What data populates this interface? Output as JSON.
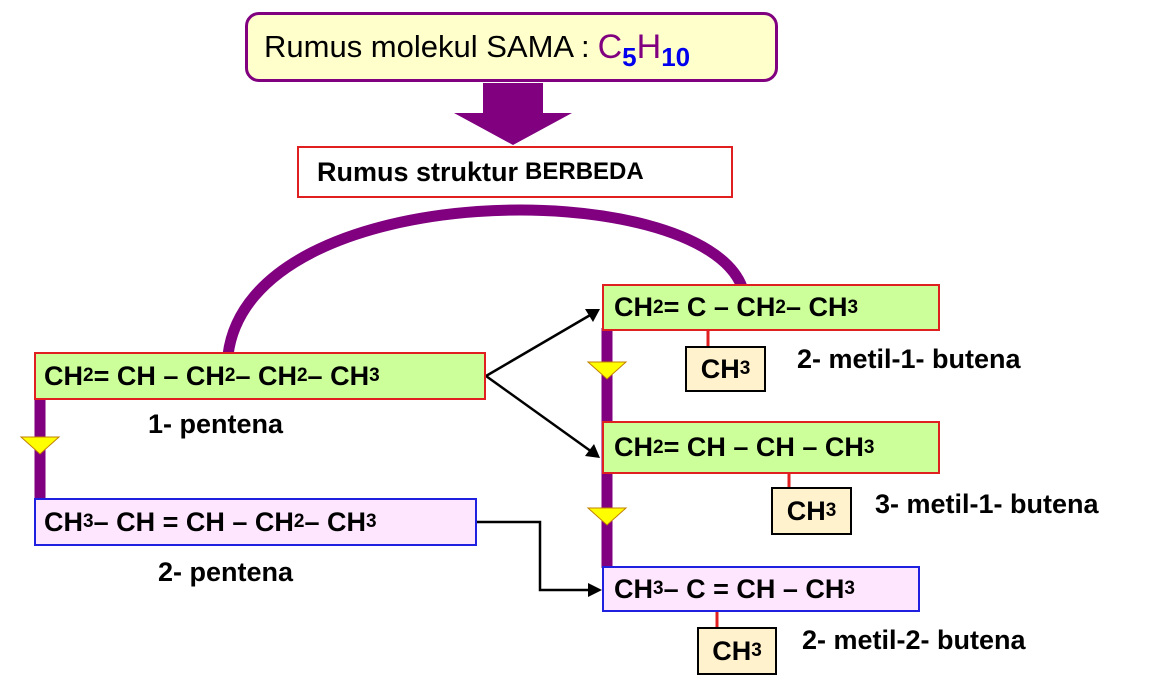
{
  "header": {
    "title_prefix": "Rumus molekul SAMA :",
    "formula_c": "C",
    "formula_c_sub": "5",
    "formula_h": "H",
    "formula_h_sub": "10",
    "subtitle_main": "Rumus struktur",
    "subtitle_caps": "BERBEDA"
  },
  "colors": {
    "purple": "#800080",
    "red_border": "#e02020",
    "blue_border": "#2020e0",
    "green_fill": "#ccff99",
    "pink_fill": "#ffe6ff",
    "cream_fill": "#fff2cc",
    "yellow_marker": "#ffff00"
  },
  "isomers": {
    "pentene1": {
      "p1": "CH",
      "s1": "2",
      "p2": "= CH –  CH",
      "s2": "2",
      "p3": " – CH",
      "s3": "2",
      "p4": " – CH",
      "s4": "3",
      "name": "1- pentena"
    },
    "pentene2": {
      "p1": "CH",
      "s1": "3",
      "p2": " – CH = CH – CH",
      "s2": "2",
      "p3": " – CH",
      "s3": "3",
      "name": "2- pentena"
    },
    "m2b1": {
      "p1": "CH",
      "s1": "2",
      "p2": "= C –  CH",
      "s2": "2",
      "p3": " – CH",
      "s3": "3",
      "branch_p": "CH",
      "branch_s": "3",
      "name": "2- metil-1- butena"
    },
    "m3b1": {
      "p1": "CH",
      "s1": "2",
      "p2": "= CH – CH – CH",
      "s2": "3",
      "branch_p": "CH",
      "branch_s": "3",
      "name": "3- metil-1- butena"
    },
    "m2b2": {
      "p1": "CH",
      "s1": "3",
      "p2": " – C = CH – CH",
      "s2": "3",
      "branch_p": "CH",
      "branch_s": "3",
      "name": "2- metil-2- butena"
    }
  }
}
